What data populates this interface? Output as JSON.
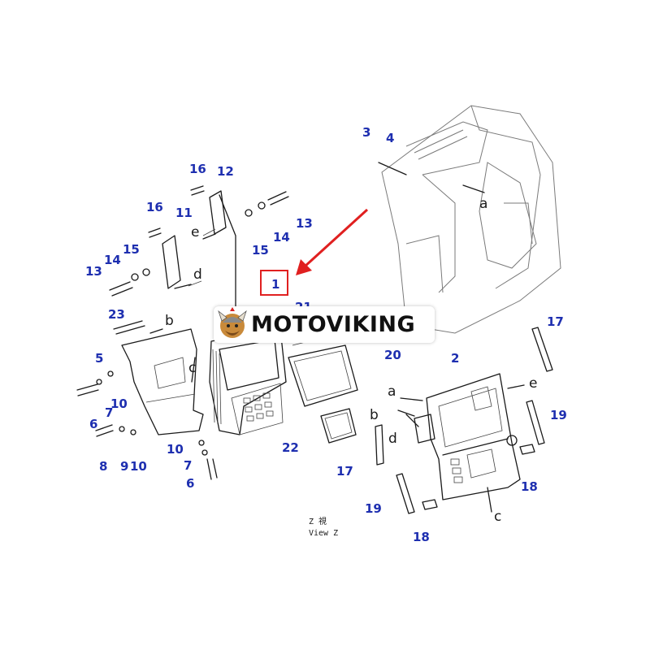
{
  "diagram": {
    "brand_text": "MOTOVIKING",
    "view_label_line1": "Z 視",
    "view_label_line2": "View Z",
    "part_numbers": {
      "p1": "1",
      "p2": "2",
      "p3": "3",
      "p4": "4",
      "p5": "5",
      "p6a": "6",
      "p6b": "6",
      "p7a": "7",
      "p7b": "7",
      "p8": "8",
      "p9": "9",
      "p10a": "10",
      "p10b": "10",
      "p10c": "10",
      "p11": "11",
      "p12": "12",
      "p13a": "13",
      "p13b": "13",
      "p14a": "14",
      "p14b": "14",
      "p15a": "15",
      "p15b": "15",
      "p16a": "16",
      "p16b": "16",
      "p17a": "17",
      "p17b": "17",
      "p18a": "18",
      "p18b": "18",
      "p19a": "19",
      "p19b": "19",
      "p20": "20",
      "p21": "21",
      "p22": "22",
      "p23": "23"
    },
    "connection_letters": {
      "a1": "a",
      "a2": "a",
      "b1": "b",
      "b2": "b",
      "c1": "c",
      "c2": "c",
      "d1": "d",
      "d2": "d",
      "e1": "e",
      "e2": "e"
    },
    "colors": {
      "part_number": "#1e2fb0",
      "highlight": "#e02020",
      "line": "#1a1a1a"
    },
    "icons": [
      "viking-logo-icon",
      "callout-arrow-icon"
    ]
  }
}
